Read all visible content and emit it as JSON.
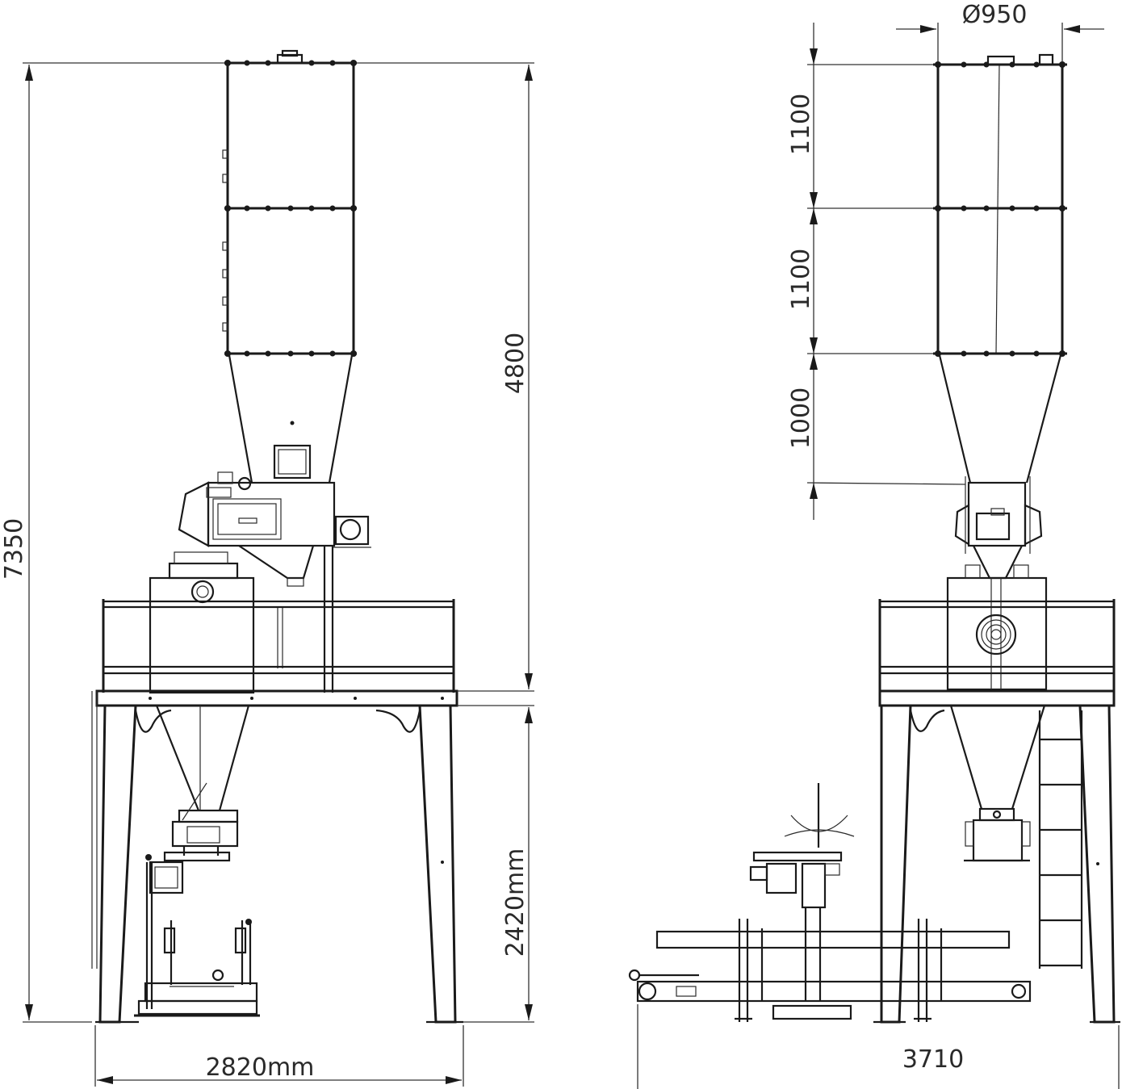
{
  "drawing": {
    "front_view": {
      "dim_total_height": "7350",
      "dim_upper_height": "4800",
      "dim_frame_height": "2420mm",
      "dim_width": "2820mm"
    },
    "side_view": {
      "dim_diameter": "Ø950",
      "dim_section_1": "1100",
      "dim_section_2": "1100",
      "dim_cone": "1000",
      "dim_length": "3710"
    }
  }
}
